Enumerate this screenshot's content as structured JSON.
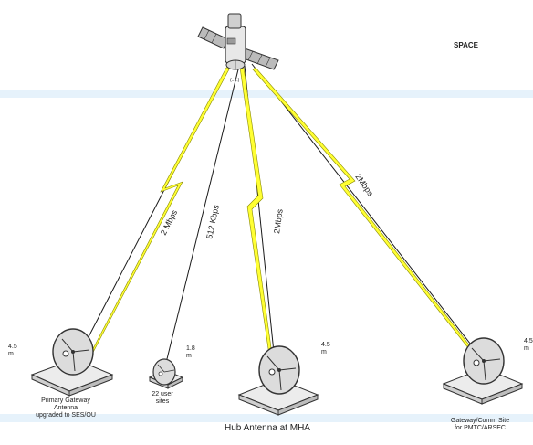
{
  "diagram": {
    "zone_label": "SPACE",
    "colors": {
      "band": "#e6f2fb",
      "link_line": "#1a1a1a",
      "lightning_fill": "#ffff33",
      "lightning_stroke": "#8a8a00",
      "dish_fill": "#dcdcdc",
      "base_fill": "#ececec"
    },
    "satellite": {
      "name": "satellite-icon",
      "caption": "(.....)"
    },
    "links": [
      {
        "id": "link-1",
        "rate": "2 Mbps"
      },
      {
        "id": "link-2",
        "rate": "512 Kbps"
      },
      {
        "id": "link-3",
        "rate": "2Mbps"
      },
      {
        "id": "link-4",
        "rate": "2Mbps"
      }
    ],
    "stations": [
      {
        "id": "station-1",
        "size": "4.5\nm",
        "caption": "Primary Gateway\nAntenna\nupgraded to SES/OU"
      },
      {
        "id": "station-2",
        "size": "1.8\nm",
        "caption": "22 user\nsites"
      },
      {
        "id": "station-3",
        "size": "4.5\nm",
        "caption": "Hub Antenna at MHA"
      },
      {
        "id": "station-4",
        "size": "4.5\nm",
        "caption": "Gateway/Comm Site\nfor PMTC/ARSEC"
      }
    ]
  }
}
